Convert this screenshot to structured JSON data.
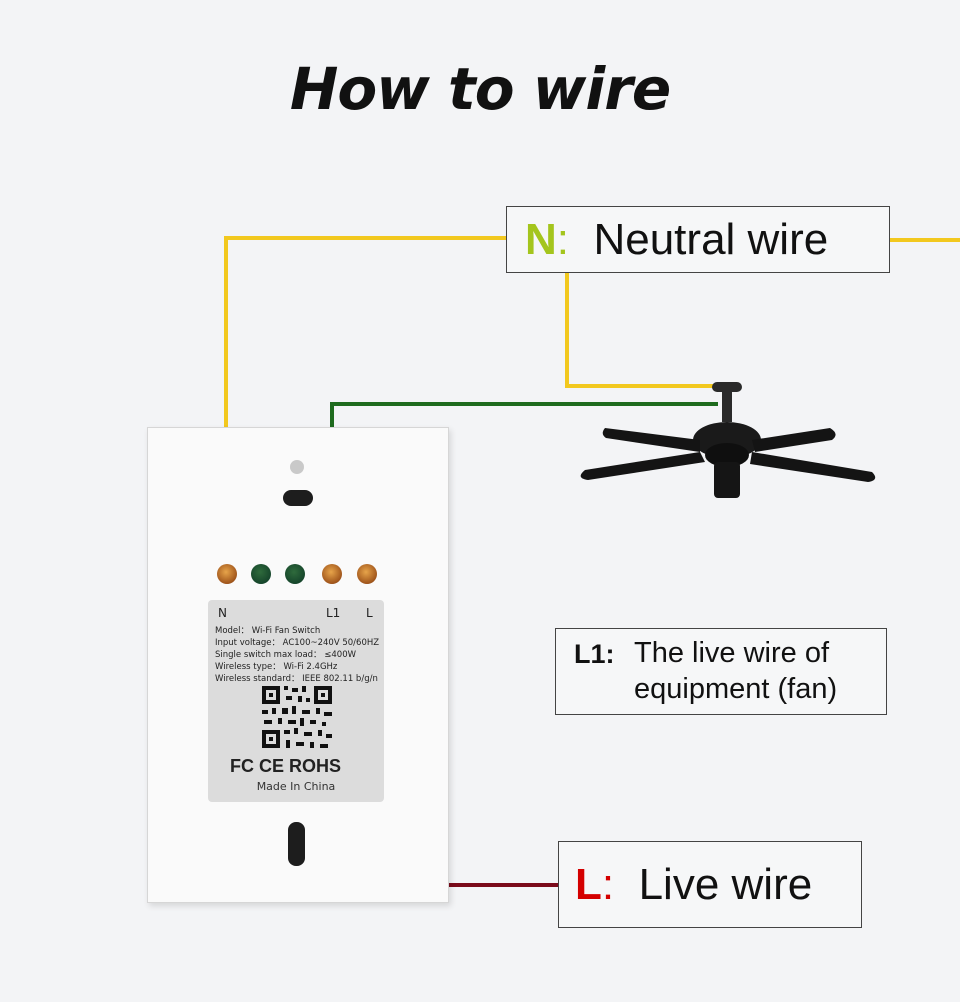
{
  "title": "How to wire",
  "labels": {
    "neutral": {
      "letter": "N",
      "colon": ":",
      "text": "Neutral wire"
    },
    "l1": {
      "code": "L1",
      "colon": ":",
      "line1": "The live wire of",
      "line2": "equipment (fan)"
    },
    "live": {
      "letter": "L",
      "colon": ":",
      "text": "Live wire"
    }
  },
  "switch": {
    "terminal_n": "N",
    "terminal_l1": "L1",
    "terminal_l": "L",
    "specs": [
      "Model： Wi-Fi Fan Switch",
      "Input voltage： AC100~240V  50/60HZ",
      "Single switch max load： ≤400W",
      "Wireless type： Wi-Fi 2.4GHz",
      "Wireless standard： IEEE 802.11 b/g/n"
    ],
    "certs": "FC  CE  ROHS",
    "made_in": "Made In China"
  },
  "colors": {
    "neutral_wire": "#f2c81e",
    "l1_wire": "#1e6b1e",
    "live_wire": "#7a0a1a"
  }
}
